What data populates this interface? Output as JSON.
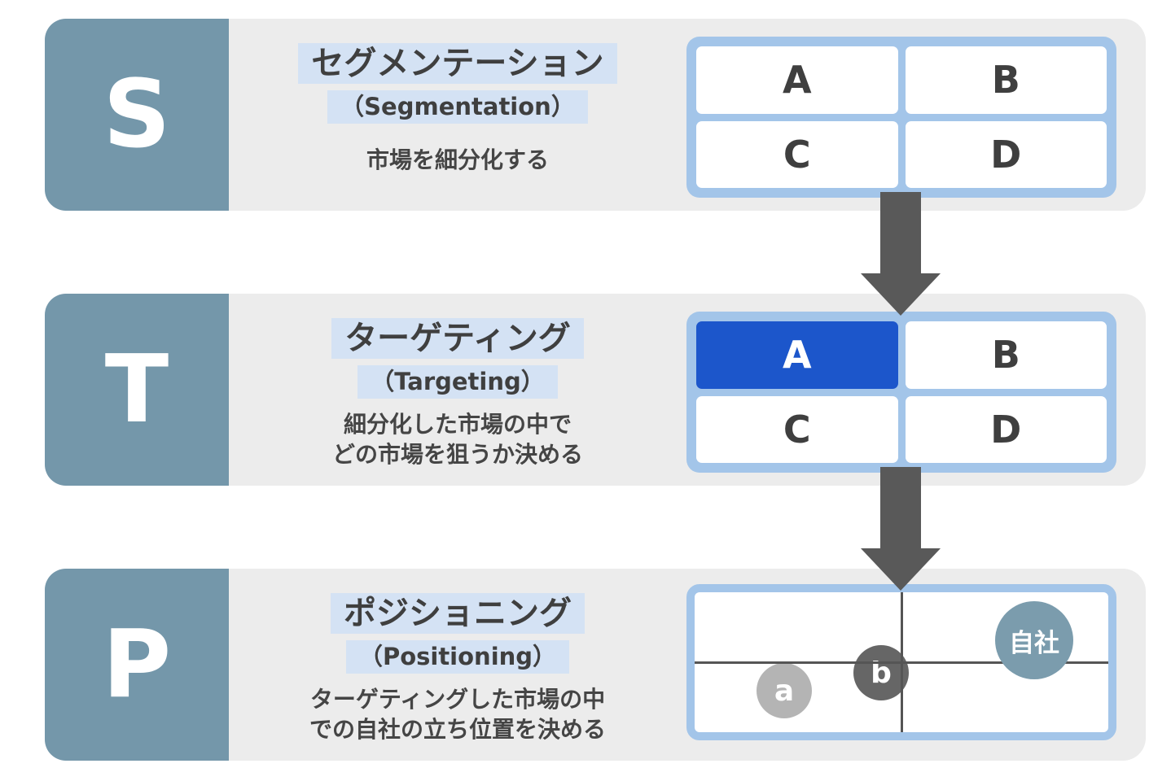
{
  "rows": [
    {
      "letter": "S",
      "title": "セグメンテーション",
      "subtitle": "（Segmentation）",
      "description": [
        "市場を細分化する"
      ],
      "diagram": {
        "type": "grid-2x2",
        "cells": [
          "A",
          "B",
          "C",
          "D"
        ],
        "selected": null
      }
    },
    {
      "letter": "T",
      "title": "ターゲティング",
      "subtitle": "（Targeting）",
      "description": [
        "細分化した市場の中で",
        "どの市場を狙うか決める"
      ],
      "diagram": {
        "type": "grid-2x2",
        "cells": [
          "A",
          "B",
          "C",
          "D"
        ],
        "selected": "A"
      }
    },
    {
      "letter": "P",
      "title": "ポジショニング",
      "subtitle": "（Positioning）",
      "description": [
        "ターゲティングした市場の中",
        "での自社の立ち位置を決める"
      ],
      "diagram": {
        "type": "positioning-matrix",
        "points": [
          {
            "label": "自社",
            "color": "#7b9cad"
          },
          {
            "label": "b",
            "color": "#666666"
          },
          {
            "label": "a",
            "color": "#b4b4b4"
          }
        ]
      }
    }
  ],
  "colors": {
    "letter_block_blue": "#7497aa",
    "panel_gray": "#ececec",
    "highlight_blue": "#d4e2f4",
    "grid_frame_blue": "#a3c5e9",
    "selected_cell_blue": "#1c56cb",
    "arrow_gray": "#595959",
    "axis_line_gray": "#555555",
    "text_dark_gray": "#3f3f3f"
  }
}
